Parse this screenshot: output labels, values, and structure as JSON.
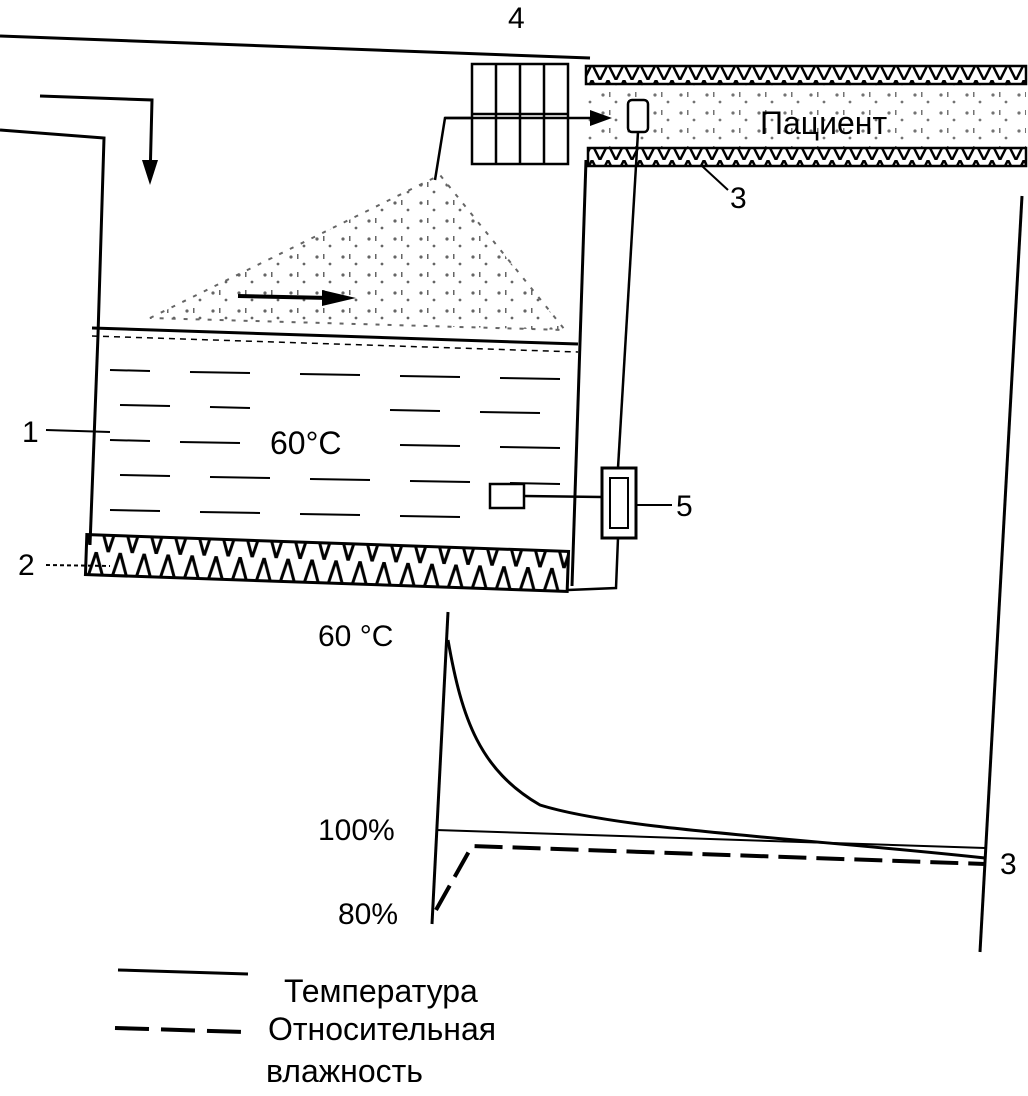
{
  "labels": {
    "callout_1": "1",
    "callout_2": "2",
    "callout_3_top": "3",
    "callout_3_right": "3",
    "callout_4": "4",
    "callout_5": "5",
    "patient": "Пациент",
    "water_temp": "60°C",
    "graph_top": "60 °C",
    "graph_100": "100%",
    "graph_80": "80%"
  },
  "legend": {
    "temperature": "Температура",
    "humidity_line1": "Относительная",
    "humidity_line2": "влажность"
  },
  "colors": {
    "ink": "#000000",
    "paper": "#ffffff"
  }
}
